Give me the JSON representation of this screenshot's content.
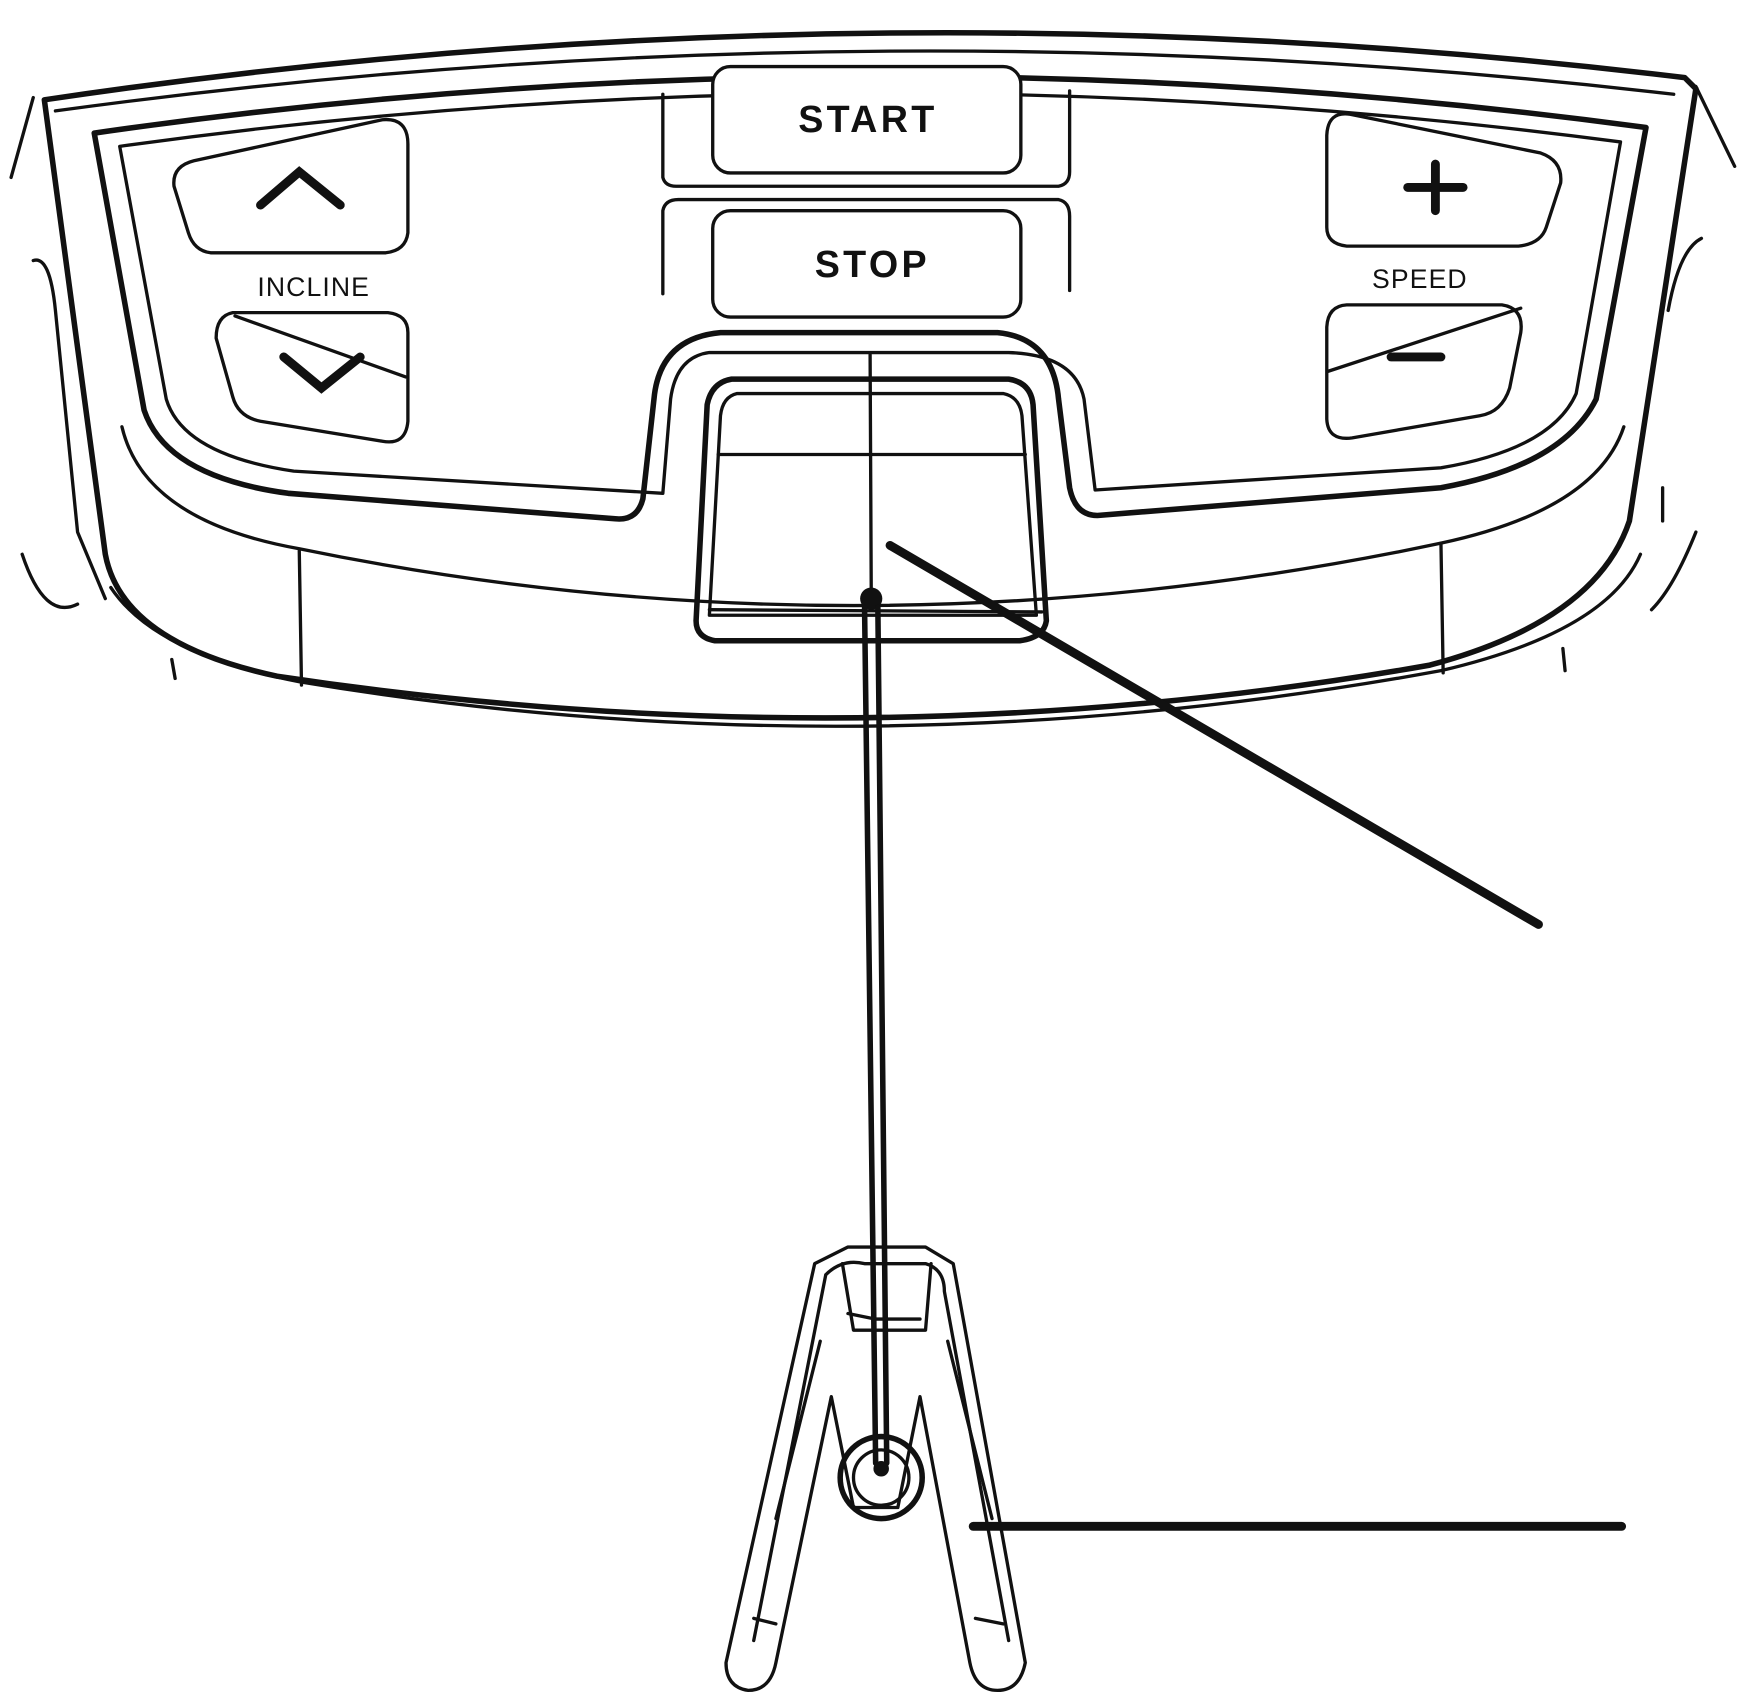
{
  "console": {
    "start_label": "START",
    "stop_label": "STOP",
    "incline_label": "INCLINE",
    "speed_label": "SPEED"
  },
  "icons": {
    "incline_up": "chevron-up-icon",
    "incline_down": "chevron-down-icon",
    "speed_up": "plus-icon",
    "speed_down": "minus-icon"
  }
}
